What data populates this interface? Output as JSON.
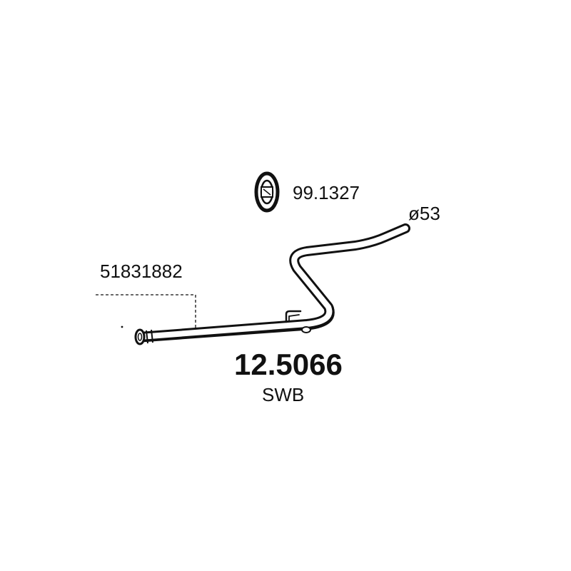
{
  "diagram": {
    "hanger": {
      "code": "99.1327"
    },
    "pipe": {
      "diameter_label": "ø53",
      "oem_reference": "51831882"
    },
    "part": {
      "number": "12.5066",
      "variant": "SWB"
    },
    "colors": {
      "line": "#111111",
      "background": "#ffffff"
    }
  }
}
